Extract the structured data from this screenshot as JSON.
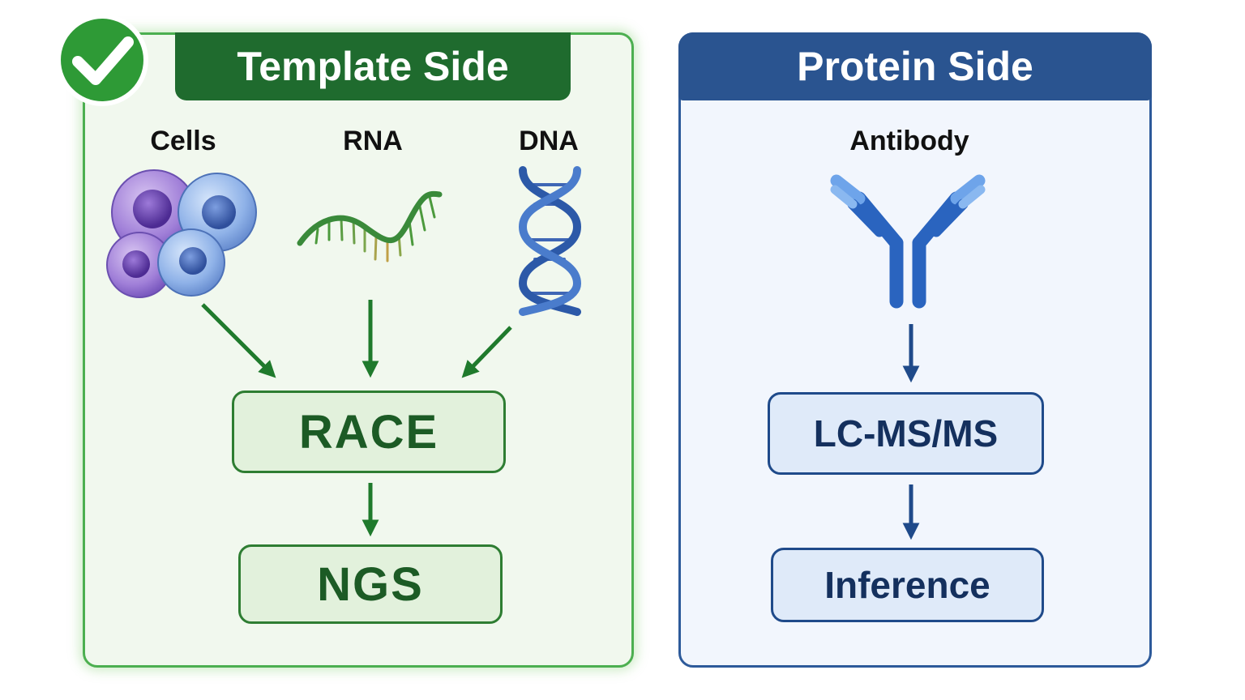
{
  "template_side": {
    "title": "Template Side",
    "sources": [
      {
        "label": "Cells",
        "icon": "cells-icon"
      },
      {
        "label": "RNA",
        "icon": "rna-icon"
      },
      {
        "label": "DNA",
        "icon": "dna-icon"
      }
    ],
    "steps": [
      "RACE",
      "NGS"
    ],
    "status_icon": "checkmark-icon",
    "colors": {
      "accent": "#1f6b2e",
      "border": "#4caf50",
      "background": "#f1f8ee"
    }
  },
  "protein_side": {
    "title": "Protein Side",
    "source": {
      "label": "Antibody",
      "icon": "antibody-icon"
    },
    "steps": [
      "LC-MS/MS",
      "Inference"
    ],
    "colors": {
      "accent": "#2a5490",
      "border": "#2d5a9a",
      "background": "#f2f6fd"
    }
  }
}
